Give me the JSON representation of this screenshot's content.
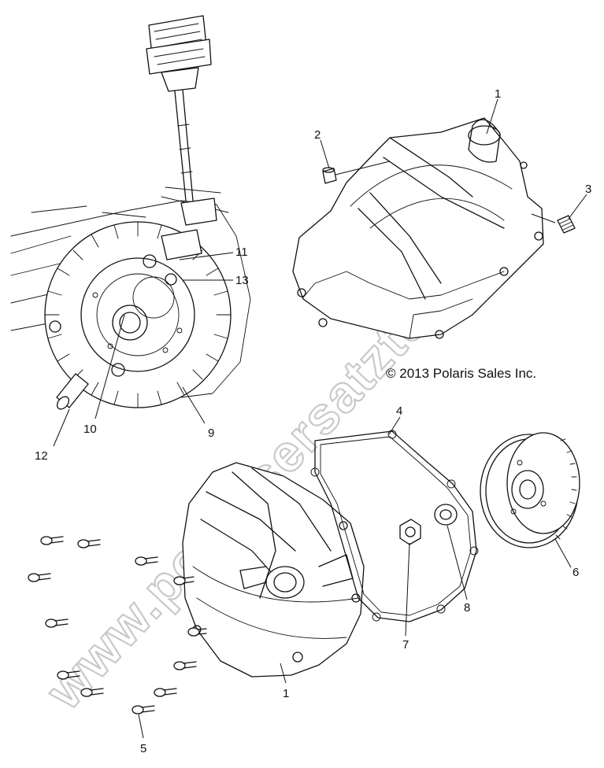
{
  "copyright": "© 2013 Polaris Sales Inc.",
  "watermark": "www.polarisersatzteile.de",
  "callouts": [
    {
      "id": "1-top",
      "label": "1"
    },
    {
      "id": "2",
      "label": "2"
    },
    {
      "id": "3",
      "label": "3"
    },
    {
      "id": "11",
      "label": "11"
    },
    {
      "id": "13",
      "label": "13"
    },
    {
      "id": "12",
      "label": "12"
    },
    {
      "id": "10",
      "label": "10"
    },
    {
      "id": "9",
      "label": "9"
    },
    {
      "id": "4",
      "label": "4"
    },
    {
      "id": "6",
      "label": "6"
    },
    {
      "id": "8",
      "label": "8"
    },
    {
      "id": "7",
      "label": "7"
    },
    {
      "id": "1-bottom",
      "label": "1"
    },
    {
      "id": "5",
      "label": "5"
    }
  ]
}
